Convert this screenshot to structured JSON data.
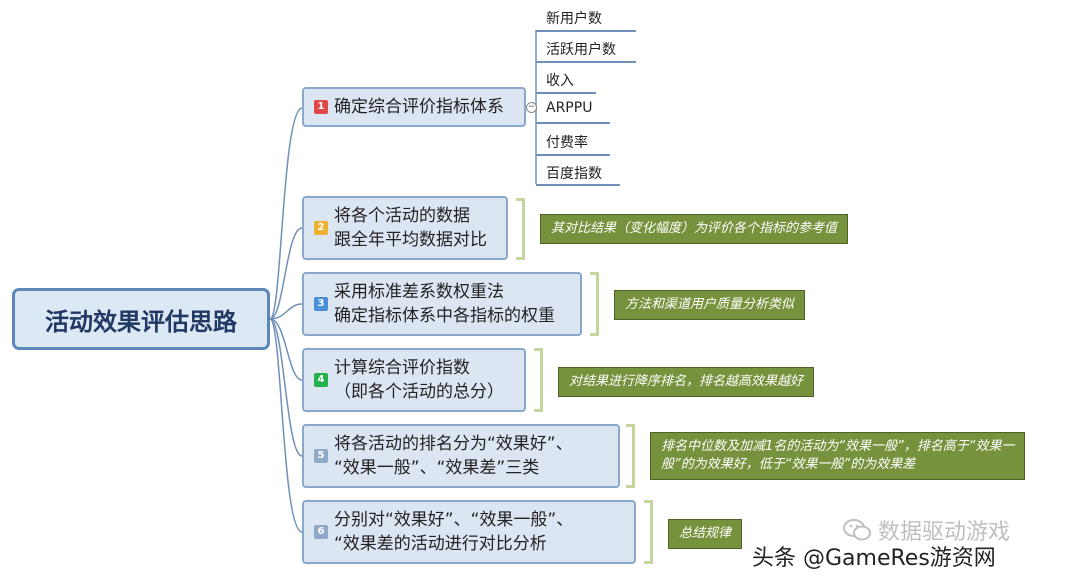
{
  "root": {
    "label": "活动效果评估思路"
  },
  "steps": [
    {
      "num": "1",
      "num_color": "#e04848",
      "lines": [
        "确定综合评价指标体系"
      ]
    },
    {
      "num": "2",
      "num_color": "#f0b030",
      "lines": [
        "将各个活动的数据",
        "跟全年平均数据对比"
      ]
    },
    {
      "num": "3",
      "num_color": "#4a90d9",
      "lines": [
        "采用标准差系数权重法",
        "确定指标体系中各指标的权重"
      ]
    },
    {
      "num": "4",
      "num_color": "#22b14c",
      "lines": [
        "计算综合评价指数",
        "（即各个活动的总分）"
      ]
    },
    {
      "num": "5",
      "num_color": "#8fa9c8",
      "lines": [
        "将各活动的排名分为“效果好”、",
        "“效果一般”、“效果差”三类"
      ]
    },
    {
      "num": "6",
      "num_color": "#8fa9c8",
      "lines": [
        "分别对“效果好”、“效果一般”、",
        "“效果差的活动进行对比分析"
      ]
    }
  ],
  "indicators": [
    "新用户数",
    "活跃用户数",
    "收入",
    "ARPPU",
    "付费率",
    "百度指数"
  ],
  "notes": [
    {
      "step": "2",
      "lines": [
        "其对比结果（变化幅度）为评价各个指标的参考值"
      ]
    },
    {
      "step": "3",
      "lines": [
        "方法和渠道用户质量分析类似"
      ]
    },
    {
      "step": "4",
      "lines": [
        "对结果进行降序排名，排名越高效果越好"
      ]
    },
    {
      "step": "5",
      "lines": [
        "排名中位数及加减1名的活动为“效果一般”，排名高于“效果一",
        "般”的为效果好，低于“效果一般”的为效果差"
      ]
    },
    {
      "step": "6",
      "lines": [
        "总结规律"
      ]
    }
  ],
  "watermark": {
    "icon": "wechat-icon",
    "text": "数据驱动游戏"
  },
  "footer": {
    "text": "头条 @GameRes游资网"
  },
  "colors": {
    "root_border": "#5d87b8",
    "node_fill": "#dce6f2",
    "note_fill": "#76923c",
    "bracket": "#c3d69b",
    "connector": "#6f90b8"
  }
}
